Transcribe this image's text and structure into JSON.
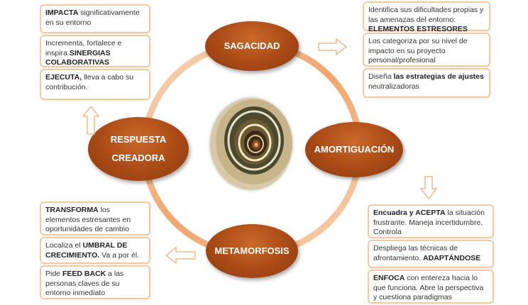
{
  "nodes": {
    "top": "SAGACIDAD",
    "right": "AMORTIGUACIÓN",
    "bottom": "METAMORFOSIS",
    "left_line1": "RESPUESTA",
    "left_line2": "CREADORA"
  },
  "top_left_boxes": [
    {
      "bold": "IMPACTA",
      "text": "  significativamente en su entorno"
    },
    {
      "text": "Incrementa, fortalece e inspira ",
      "bold": "SINERGIAS COLABORATIVAS"
    },
    {
      "bold": "EJECUTA,",
      "text": " lleva a cabo  su contribución."
    }
  ],
  "top_right_boxes": [
    {
      "text": "Identifica sus dificultades  propias y las amenazas del entorno: ",
      "bold": "ELEMENTOS ESTRESORES"
    },
    {
      "text": "Los categoriza por su nivel de impacto en  su proyecto personal/profesional"
    },
    {
      "text": "Diseña ",
      "bold": "las estrategias de ajustes",
      "text2": " neutralizadoras"
    }
  ],
  "bottom_left_boxes": [
    {
      "bold": "TRANSFORMA",
      "text": "  los elementos estresantes en oportunidades de  cambio"
    },
    {
      "text": "Localiza el ",
      "bold": "UMBRAL DE CRECIMIENTO.",
      "text2": "  Va a por él."
    },
    {
      "text": "Pide ",
      "bold": "FEED BACK",
      "text2": " a las personas claves de su entorno inmediato"
    }
  ],
  "bottom_right_boxes": [
    {
      "bold": "Encuadra y ACEPTA",
      "text": " la situación frustrante. Maneja incertidumbre. Controla"
    },
    {
      "text": "Despliega las técnicas de afrontamiento. ",
      "bold": "ADAPTÁNDOSE"
    },
    {
      "bold": "ENFOCA",
      "text": " con entereza hacia lo que funciona. Abre la perspectiva y cuestiona paradigmas"
    }
  ],
  "colors": {
    "node": "#a94a16",
    "ring": "#f2b98e",
    "box_border": "#f3c9a1",
    "arrow": "#f6c7a0"
  }
}
